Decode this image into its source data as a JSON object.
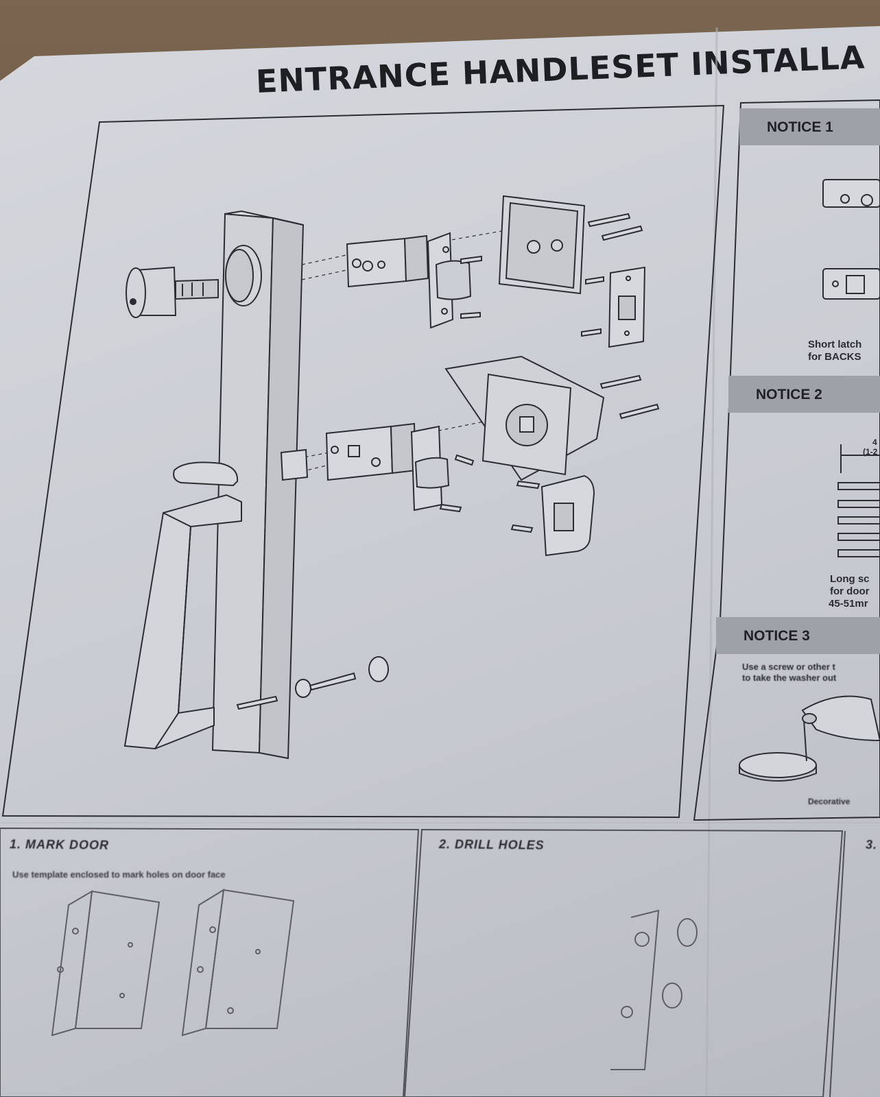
{
  "document": {
    "title": "ENTRANCE HANDLESET INSTALLA"
  },
  "notices": [
    {
      "heading": "NOTICE 1",
      "caption_line1": "Short latch",
      "caption_line2": "for BACKS"
    },
    {
      "heading": "NOTICE 2",
      "caption_line1": "Long sc",
      "caption_line2": "for door",
      "caption_line3": "45-51mr",
      "dim_label1": "4",
      "dim_label2": "(1-2"
    },
    {
      "heading": "NOTICE 3",
      "caption_line1": "Use a screw or other t",
      "caption_line2": "to take the washer out",
      "bottom_label": "Decorative"
    }
  ],
  "steps": [
    {
      "title": "1. MARK DOOR",
      "subtitle": "Use template enclosed to mark holes on door face"
    },
    {
      "title": "2. DRILL HOLES",
      "subtitle": ""
    },
    {
      "title": "3.",
      "subtitle": ""
    }
  ]
}
